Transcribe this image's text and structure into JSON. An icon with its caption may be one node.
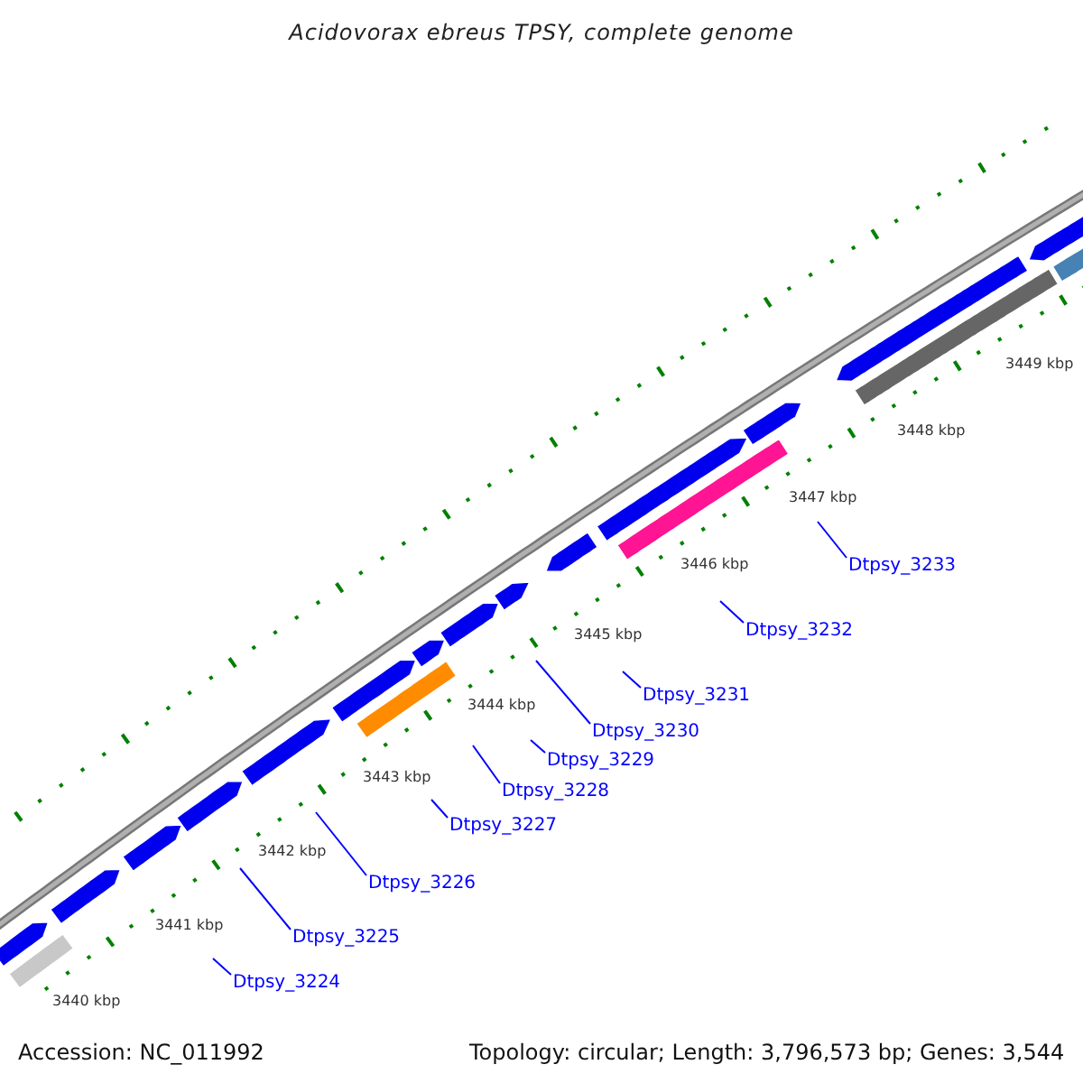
{
  "diagram": {
    "title": "Acidovorax ebreus TPSY, complete genome",
    "nodes": [
      {
        "text": [
          "Dtpsy_3233"
        ]
      },
      {
        "text": [
          "Dtpsy_3232"
        ]
      },
      {
        "text": [
          "Dtpsy_3231"
        ]
      },
      {
        "text": [
          "Dtpsy_3230"
        ]
      },
      {
        "text": [
          "Dtpsy_3229"
        ]
      },
      {
        "text": [
          "Dtpsy_3228"
        ]
      },
      {
        "text": [
          "Dtpsy_3227"
        ]
      },
      {
        "text": [
          "Dtpsy_3226"
        ]
      },
      {
        "text": [
          "Dtpsy_3225"
        ]
      },
      {
        "text": [
          "Dtpsy_3224"
        ]
      }
    ],
    "edges": [
      {
        "from": 0,
        "to": null,
        "arrow": "none"
      },
      {
        "from": 1,
        "to": null,
        "arrow": "none"
      },
      {
        "from": 2,
        "to": null,
        "arrow": "none"
      },
      {
        "from": 3,
        "to": null,
        "arrow": "none"
      },
      {
        "from": 4,
        "to": null,
        "arrow": "none"
      },
      {
        "from": 5,
        "to": null,
        "arrow": "none"
      },
      {
        "from": 6,
        "to": null,
        "arrow": "none"
      },
      {
        "from": 7,
        "to": null,
        "arrow": "none"
      },
      {
        "from": 8,
        "to": null,
        "arrow": "none"
      },
      {
        "from": 9,
        "to": null,
        "arrow": "none"
      }
    ],
    "labels": [
      "3449 kbp",
      "3448 kbp",
      "3447 kbp",
      "3446 kbp",
      "3445 kbp",
      "3444 kbp",
      "3443 kbp",
      "3442 kbp",
      "3441 kbp",
      "3440 kbp",
      "Accession: NC_011992",
      "Topology: circular; Length: 3,796,573 bp; Genes: 3,544"
    ]
  }
}
